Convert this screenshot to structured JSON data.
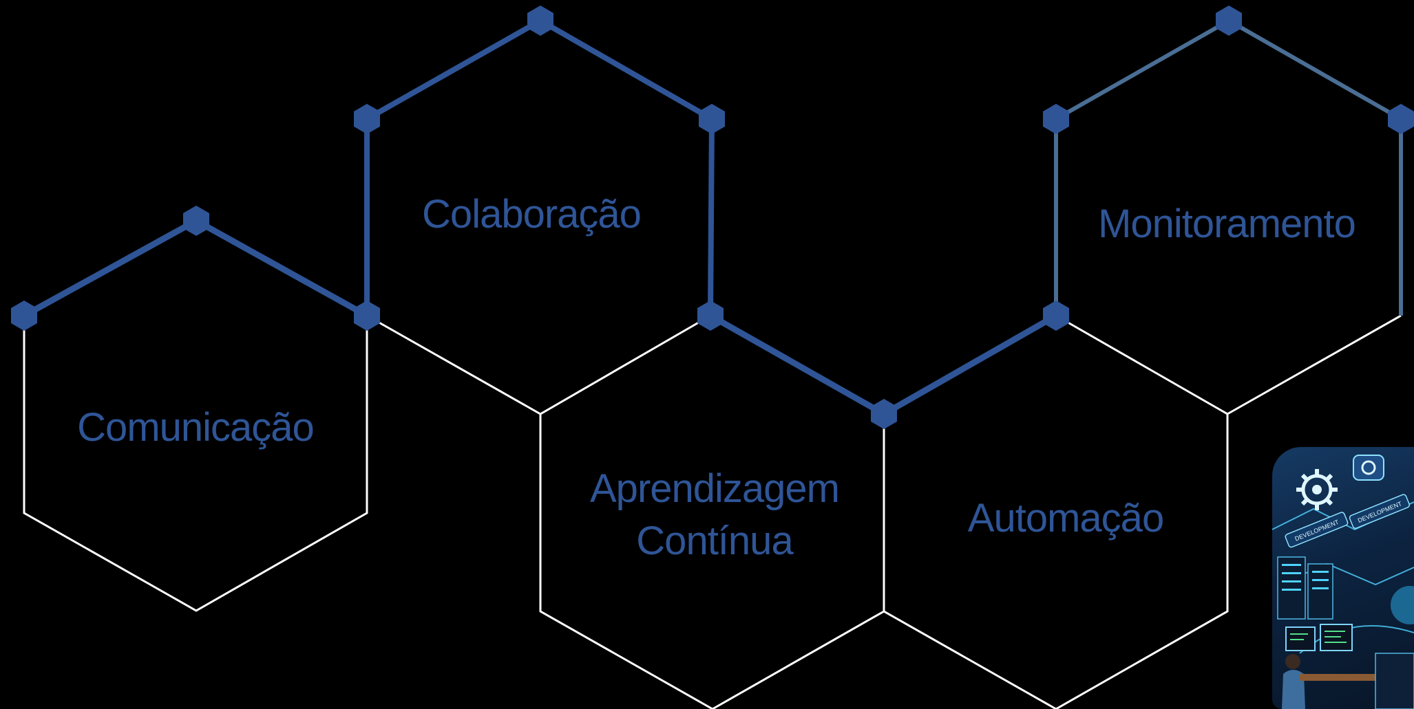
{
  "colors": {
    "background": "#000000",
    "accent": "#2f5597",
    "accent_muted": "#4a6e94",
    "outline": "#ffffff",
    "label": "#2f5597"
  },
  "hexagons": [
    {
      "id": "comunicacao",
      "label": "Comunicação"
    },
    {
      "id": "colaboracao",
      "label": "Colaboração"
    },
    {
      "id": "aprendizagem",
      "label_line1": "Aprendizagem",
      "label_line2": "Contínua"
    },
    {
      "id": "automacao",
      "label": "Automação"
    },
    {
      "id": "monitoramento",
      "label": "Monitoramento"
    }
  ],
  "illustration": {
    "subject": "devops-workspace-illustration",
    "labels": [
      "DEVELOPMENT",
      "DEVELOPMENT"
    ]
  }
}
